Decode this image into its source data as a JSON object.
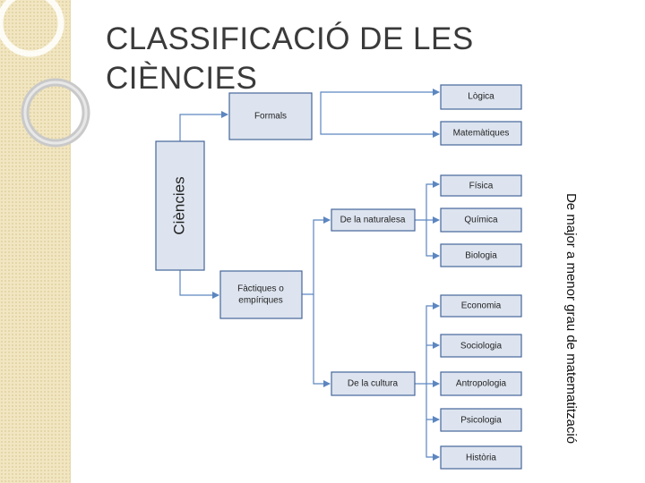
{
  "slide": {
    "title": "CLASSIFICACIÓ DE LES CIÈNCIES"
  },
  "diagram": {
    "root": "Ciències",
    "formals": "Formals",
    "factiques": [
      "Fàctiques o",
      "empíriques"
    ],
    "naturalesa": "De la naturalesa",
    "cultura": "De la cultura",
    "formals_children": [
      "Lògica",
      "Matemàtiques"
    ],
    "naturalesa_children": [
      "Física",
      "Química",
      "Biologia"
    ],
    "cultura_children": [
      "Economia",
      "Sociologia",
      "Antropologia",
      "Psicologia",
      "Història"
    ],
    "side_label": "De major a menor grau de matematització"
  },
  "colors": {
    "box_fill": "#dde4ef",
    "box_stroke": "#45669a",
    "arrow": "#5c86c0",
    "side_strip": "#f1e6c1"
  }
}
